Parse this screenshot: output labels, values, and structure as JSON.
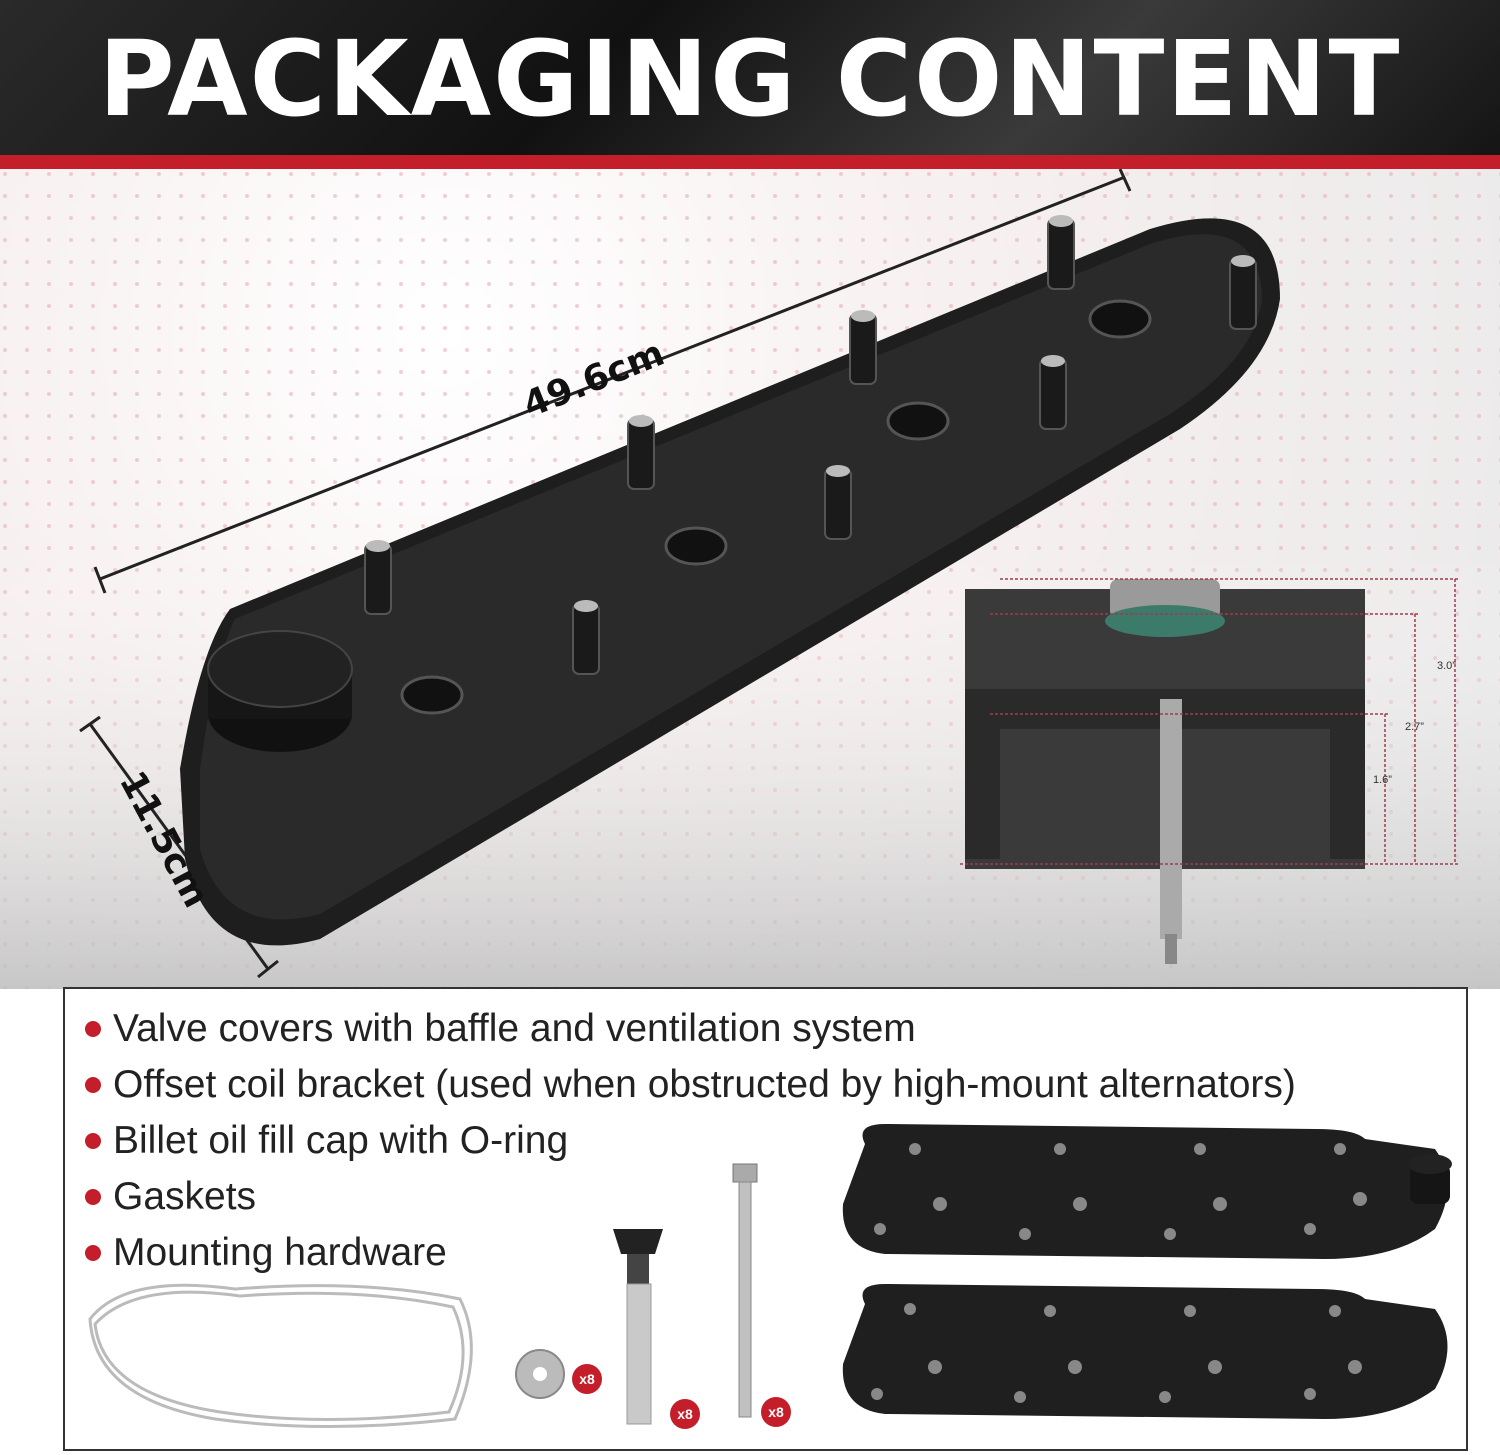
{
  "header": {
    "title": "PACKAGING CONTENT"
  },
  "dimensions": {
    "length": "49.6cm",
    "width": "11.5cm"
  },
  "inset": {
    "labels": [
      "3.0”",
      "2.7”",
      "1.6”"
    ]
  },
  "contents": {
    "items": [
      "Valve covers with baffle and ventilation system",
      "Offset coil bracket (used when obstructed by high-mount alternators)",
      "Billet oil fill cap with O-ring",
      "Gaskets",
      "Mounting hardware"
    ],
    "counts": {
      "washer": "x8",
      "spacer": "x8",
      "bolt": "x8"
    }
  },
  "colors": {
    "accent": "#c41e2a",
    "product": "#1c1c1c"
  }
}
